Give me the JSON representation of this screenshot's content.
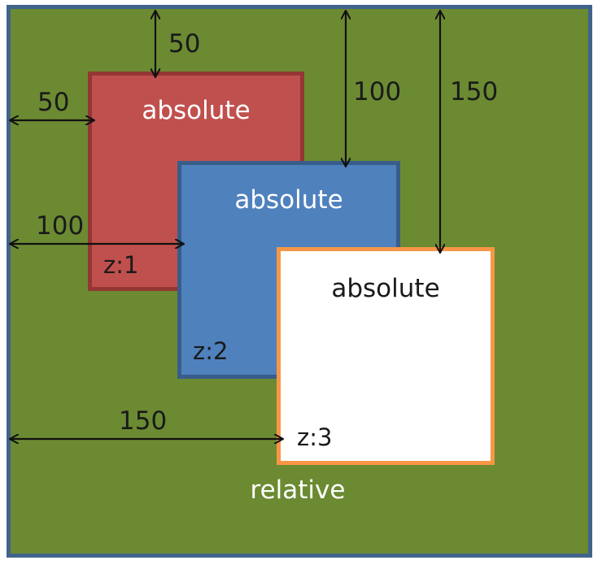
{
  "boxes": [
    {
      "title": "absolute",
      "z_label": "z:1",
      "fill": "#c0504d",
      "border": "#943634"
    },
    {
      "title": "absolute",
      "z_label": "z:2",
      "fill": "#4f81bd",
      "border": "#385d8a"
    },
    {
      "title": "absolute",
      "z_label": "z:3",
      "fill": "#ffffff",
      "border": "#f79646"
    }
  ],
  "container": {
    "label": "relative",
    "fill": "#6b8a32",
    "border": "#41648c"
  },
  "measurements": {
    "top_red": "50",
    "left_red": "50",
    "top_blue": "100",
    "left_blue": "100",
    "top_white": "150",
    "left_white": "150"
  }
}
